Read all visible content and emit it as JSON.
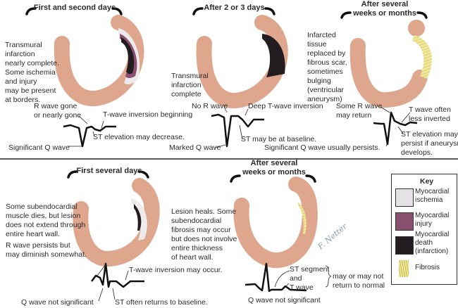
{
  "panels": [
    {
      "title": "First and second days",
      "description": "Transmural\ninfarction\nnearly complete.\nSome ischemia\nand injury\nmay be present\nat borders.",
      "labels": {
        "r": "R wave gone\nor nearly gone",
        "t": "T-wave inversion beginning",
        "st": "ST elevation may decrease.",
        "q": "Significant Q wave"
      }
    },
    {
      "title": "After 2 or 3 days",
      "description": "Transmural\ninfarction\ncomplete",
      "labels": {
        "r": "No R wave",
        "t": "Deep T-wave inversion",
        "st": "ST may be at baseline.",
        "q": "Marked Q wave"
      }
    },
    {
      "title": "After several\nweeks or months",
      "description": "Infarcted\ntissue\nreplaced by\nfibrous scar,\nsometimes\nbulging\n(ventricular\naneurysm)",
      "labels": {
        "r": "Some R wave\nmay return",
        "t": "T wave often\nless inverted",
        "st": "ST elevation may\npersist if aneurysm\ndevelops.",
        "q": "Significant Q wave usually persists."
      }
    },
    {
      "title": "First several days",
      "description": "Some subendocardial\nmuscle dies, but lesion\ndoes not extend through\nentire heart wall.",
      "labels": {
        "r": "R wave persists but\nmay diminish somewhat.",
        "t": "T-wave inversion may occur.",
        "st": "ST often returns to baseline.",
        "q": "Q wave not significant"
      }
    },
    {
      "title": "After several\nweeks or months",
      "description": "Lesion heals. Some\nsubendocardial\nfibrosis may occur\nbut does not involve\nentire thickness\nof heart wall.",
      "labels": {
        "stt": "ST segment\nand\nT wave",
        "ret": "may or may not\nreturn to normal",
        "q": "Q wave not significant"
      }
    }
  ],
  "key": {
    "title": "Key",
    "items": [
      {
        "label": "Myocardial\nischemia",
        "color": "#e4e2e4"
      },
      {
        "label": "Myocardial\ninjury",
        "color": "#8a5070"
      },
      {
        "label": "Myocardial\ndeath\n(infarction)",
        "color": "#231c20"
      },
      {
        "label": "Fibrosis",
        "color": "#e6dc7a"
      }
    ]
  },
  "colors": {
    "muscle": "#dfa68e",
    "infarct": "#231c20",
    "injury": "#8a5070",
    "ischemia": "#eeeaec",
    "fibrosis": "#e6dc7a"
  }
}
